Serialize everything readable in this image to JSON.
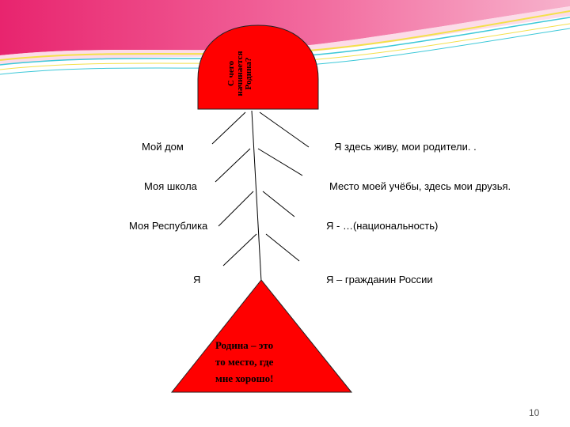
{
  "head": {
    "text_lines": [
      "С чего",
      "начинается",
      "Родина?"
    ],
    "fill": "#ff0000"
  },
  "left_labels": [
    "Мой дом",
    "Моя школа",
    "Моя Республика",
    "Я"
  ],
  "right_labels": [
    "Я здесь живу, мои родители. .",
    "Место моей учёбы, здесь мои друзья.",
    "Я - …(национальность)",
    "Я – гражданин России"
  ],
  "tail": {
    "text_lines": [
      "Родина – это",
      "то место, где",
      "мне хорошо!"
    ],
    "fill": "#ff0000"
  },
  "page_number": "10",
  "colors": {
    "accent_pink": "#e8246e",
    "accent_yellow": "#f4e04a",
    "accent_cyan": "#3cc8d8"
  }
}
